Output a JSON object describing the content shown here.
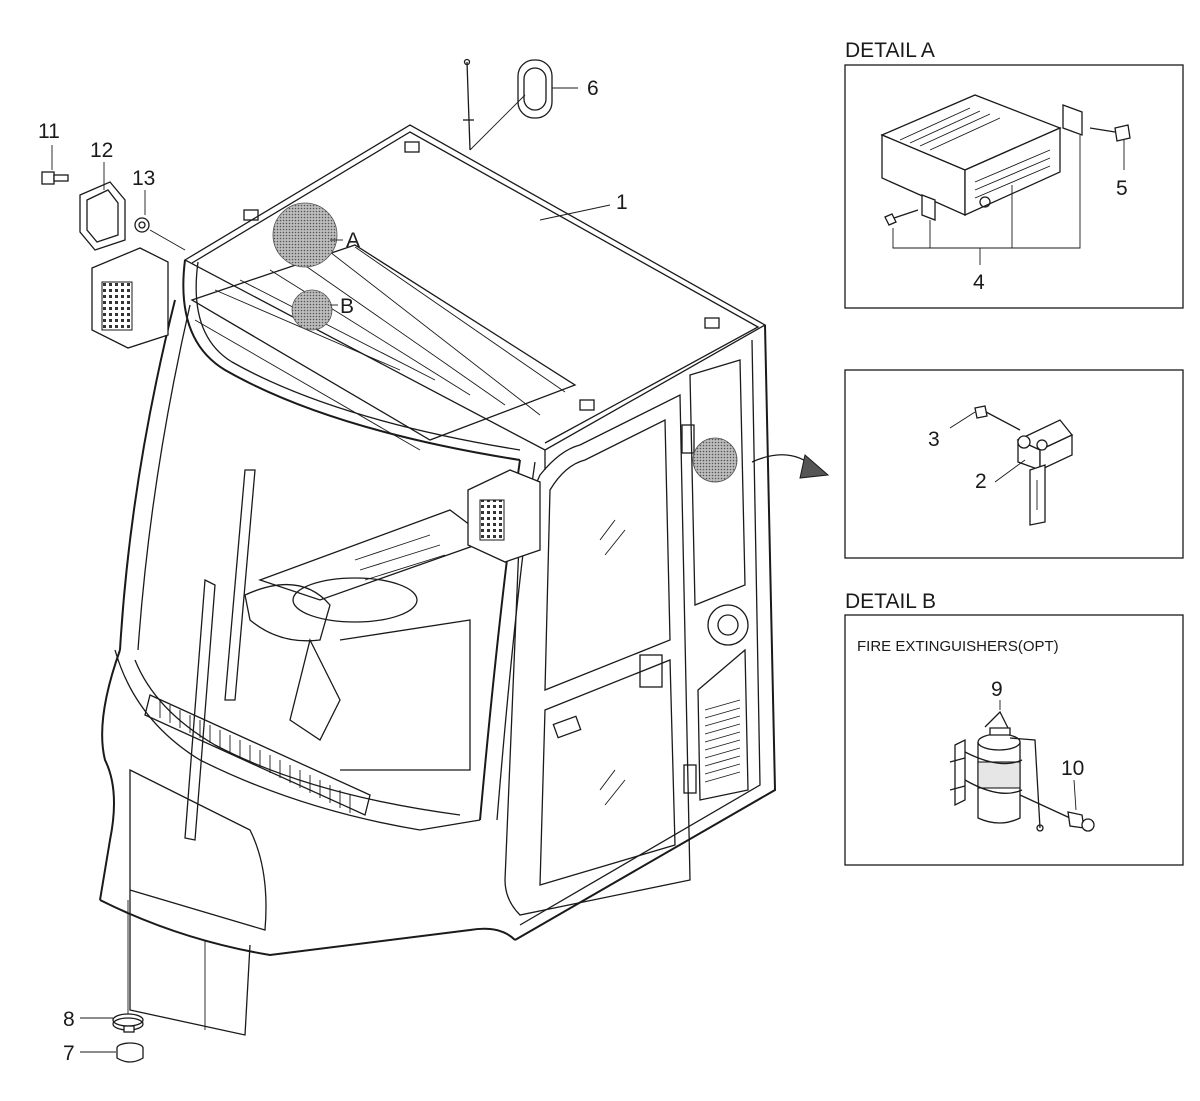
{
  "details": {
    "a_title": "DETAIL A",
    "b_title": "DETAIL B",
    "b_subtitle": "FIRE EXTINGUISHERS(OPT)"
  },
  "callouts": {
    "a": "A",
    "b": "B"
  },
  "parts": [
    "1",
    "2",
    "3",
    "4",
    "5",
    "6",
    "7",
    "8",
    "9",
    "10",
    "11",
    "12",
    "13"
  ]
}
